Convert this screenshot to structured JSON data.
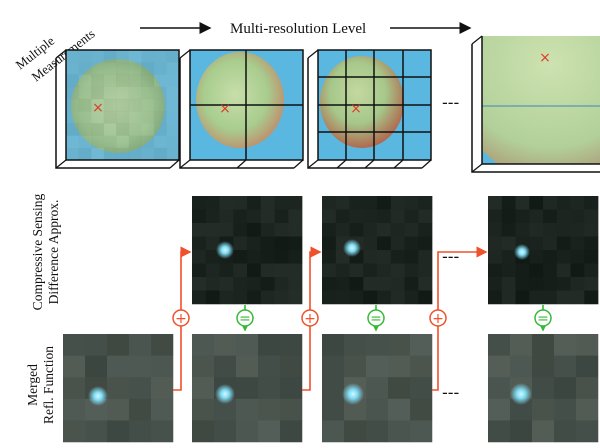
{
  "labels": {
    "multiple_measurements": [
      "Multiple",
      "Measurements"
    ],
    "multi_resolution_level": "Multi-resolution Level",
    "compressive_sensing": [
      "Compressive Sensing",
      "Difference Approx."
    ],
    "merged_refl": [
      "Merged",
      "Refl. Function"
    ]
  },
  "symbols": {
    "sample_marker": "×",
    "plus_operator": "+",
    "equals_operator": "=",
    "continuation": "---"
  },
  "colors": {
    "background_blue": "#5ab8e0",
    "apple_green": "#9ec98a",
    "marker_red": "#e03a2a",
    "plus_red": "#f0502a",
    "equals_green": "#38b838",
    "dark_tile": "#141a18",
    "merged_tile": "#3e4a40",
    "highlight_cyan": "#7fdcf4"
  },
  "icons": [
    "plus-circle-icon",
    "equals-circle-icon",
    "red-cross-marker-icon",
    "arrow-icon"
  ]
}
